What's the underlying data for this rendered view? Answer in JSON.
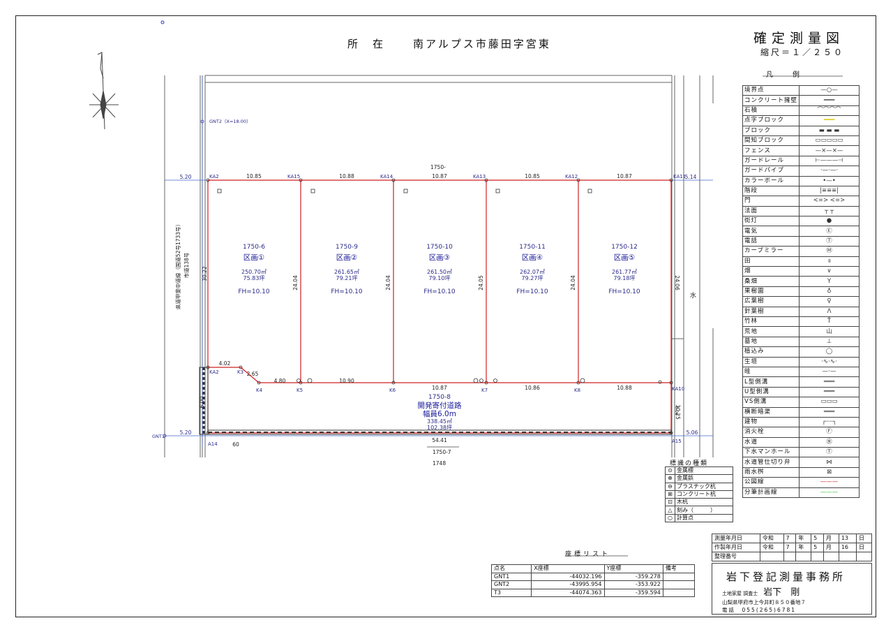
{
  "header": {
    "location_label": "所　在",
    "location_value": "南アルプス市藤田字宮東",
    "title": "確定測量図",
    "scale": "縮尺＝１／２５０"
  },
  "legend": {
    "title": "凡例",
    "items": [
      {
        "label": "境界点",
        "symbol": "—○—"
      },
      {
        "label": "コンクリート擁壁",
        "symbol": "═══"
      },
      {
        "label": "石積",
        "symbol": "⌒⌒⌒⌒"
      },
      {
        "label": "点字ブロック",
        "symbol": "━━━"
      },
      {
        "label": "ブロック",
        "symbol": "▬ ▬ ▬"
      },
      {
        "label": "間知ブロック",
        "symbol": "▭▭▭▭▭"
      },
      {
        "label": "フェンス",
        "symbol": "—×—×—"
      },
      {
        "label": "ガードレール",
        "symbol": "⊢———⊣"
      },
      {
        "label": "ガードパイプ",
        "symbol": "·—·—·"
      },
      {
        "label": "カラーボール",
        "symbol": "•—•"
      },
      {
        "label": "階段",
        "symbol": "|≡≡≡|"
      },
      {
        "label": "門",
        "symbol": "<=> <=>"
      },
      {
        "label": "法面",
        "symbol": "┬ ┬"
      },
      {
        "label": "街灯",
        "symbol": "●"
      },
      {
        "label": "電気",
        "symbol": "Ⓔ"
      },
      {
        "label": "電話",
        "symbol": "Ⓣ"
      },
      {
        "label": "カーブミラー",
        "symbol": "Ⓜ"
      },
      {
        "label": "田",
        "symbol": "॥"
      },
      {
        "label": "畑",
        "symbol": "∨"
      },
      {
        "label": "桑畑",
        "symbol": "Y"
      },
      {
        "label": "果樹園",
        "symbol": "♁"
      },
      {
        "label": "広葉樹",
        "symbol": "♀"
      },
      {
        "label": "針葉樹",
        "symbol": "Λ"
      },
      {
        "label": "竹林",
        "symbol": "Ť"
      },
      {
        "label": "荒地",
        "symbol": "山"
      },
      {
        "label": "墓地",
        "symbol": "⊥"
      },
      {
        "label": "植込み",
        "symbol": "◯"
      },
      {
        "label": "生垣",
        "symbol": "·∿·∿·"
      },
      {
        "label": "畦",
        "symbol": "—·—"
      },
      {
        "label": "L型側溝",
        "symbol": "═══"
      },
      {
        "label": "U型側溝",
        "symbol": "═══"
      },
      {
        "label": "VS側溝",
        "symbol": "▭▭▭"
      },
      {
        "label": "横断暗渠",
        "symbol": "═══"
      },
      {
        "label": "建物",
        "symbol": "┌┈┈┐"
      },
      {
        "label": "消火栓",
        "symbol": "Ⓕ"
      },
      {
        "label": "水道",
        "symbol": "㊌"
      },
      {
        "label": "下水マンホール",
        "symbol": "Ⓣ"
      },
      {
        "label": "水道管仕切り弁",
        "symbol": "⋈"
      },
      {
        "label": "雨水桝",
        "symbol": "⊠"
      },
      {
        "label": "公図線",
        "symbol": "———"
      },
      {
        "label": "分筆計画線",
        "symbol": "———"
      }
    ]
  },
  "markers": {
    "title": "標識の種類",
    "items": [
      {
        "symbol": "⊙",
        "label": "金属標"
      },
      {
        "symbol": "⊕",
        "label": "金属鋲"
      },
      {
        "symbol": "⊖",
        "label": "プラスチック杭"
      },
      {
        "symbol": "⊞",
        "label": "コンクリート杭"
      },
      {
        "symbol": "⊡",
        "label": "木杭"
      },
      {
        "symbol": "△",
        "label": "刻み（　　　）"
      },
      {
        "symbol": "○",
        "label": "計算点"
      }
    ]
  },
  "coords": {
    "title": "座標リスト",
    "headers": [
      "点名",
      "X座標",
      "Y座標",
      "備考"
    ],
    "rows": [
      [
        "GNT1",
        "-44032.196",
        "-359.278",
        ""
      ],
      [
        "GNT2",
        "-43995.954",
        "-353.922",
        ""
      ],
      [
        "T3",
        "-44074.363",
        "-359.594",
        ""
      ]
    ]
  },
  "dates": {
    "rows": [
      {
        "label": "測量年月日",
        "era": "令和",
        "year": "7",
        "y_unit": "年",
        "month": "5",
        "m_unit": "月",
        "day": "13",
        "d_unit": "日"
      },
      {
        "label": "作製年月日",
        "era": "令和",
        "year": "7",
        "y_unit": "年",
        "month": "5",
        "m_unit": "月",
        "day": "16",
        "d_unit": "日"
      },
      {
        "label": "整理番号",
        "era": "",
        "year": "",
        "y_unit": "",
        "month": "",
        "m_unit": "",
        "day": "",
        "d_unit": ""
      }
    ]
  },
  "office": {
    "name": "岩下登記測量事務所",
    "role": "土地家屋 調査士",
    "person": "岩下　剛",
    "address": "山梨県甲府市上今井町８５０番地７",
    "tel": "電話　055(265)6781"
  },
  "plan": {
    "top_lot": "1750-",
    "gnt2": "GNT2（X=18.00）",
    "gnt1": "GNT1",
    "road_left": "県道甲斐中道線（国道52号1733号）",
    "road_left_sub": "市道138号",
    "water": "水",
    "lots": [
      {
        "number": "1750-6",
        "name": "区画①",
        "area_m": "250.70㎡",
        "area_tsubo": "75.83坪",
        "fh": "FH=10.10"
      },
      {
        "number": "1750-9",
        "name": "区画②",
        "area_m": "261.65㎡",
        "area_tsubo": "79.21坪",
        "fh": "FH=10.10"
      },
      {
        "number": "1750-10",
        "name": "区画③",
        "area_m": "261.50㎡",
        "area_tsubo": "79.10坪",
        "fh": "FH=10.10"
      },
      {
        "number": "1750-11",
        "name": "区画④",
        "area_m": "262.07㎡",
        "area_tsubo": "79.27坪",
        "fh": "FH=10.10"
      },
      {
        "number": "1750-12",
        "name": "区画⑤",
        "area_m": "261.77㎡",
        "area_tsubo": "79.18坪",
        "fh": "FH=10.10"
      }
    ],
    "road": {
      "number": "1750-8",
      "name": "開発寄付道路",
      "width": "幅員6.0m",
      "area_m": "338.45㎡",
      "area_tsubo": "102.38坪"
    },
    "below_lots": [
      "1750-7",
      "1748"
    ],
    "points": [
      "KA2",
      "KA15",
      "KA14",
      "KA13",
      "KA12",
      "KA11",
      "K3",
      "K4",
      "K5",
      "K6",
      "K7",
      "K8",
      "KA10",
      "A14",
      "A15",
      "KA2"
    ],
    "top_dims": [
      "10.85",
      "10.88",
      "10.87",
      "10.85",
      "10.87"
    ],
    "bottom_dims": [
      "4.80",
      "10.90",
      "10.87",
      "10.86",
      "10.88"
    ],
    "side_dims": [
      "24.04",
      "24.04",
      "24.05",
      "24.04",
      "24.06",
      "30.22",
      "30.25"
    ],
    "misc_dims": [
      "4.02",
      "2.65",
      "5.20",
      "5.14",
      "5.20",
      "5.06",
      "54.41",
      "60",
      "6.00",
      "6.00"
    ]
  }
}
